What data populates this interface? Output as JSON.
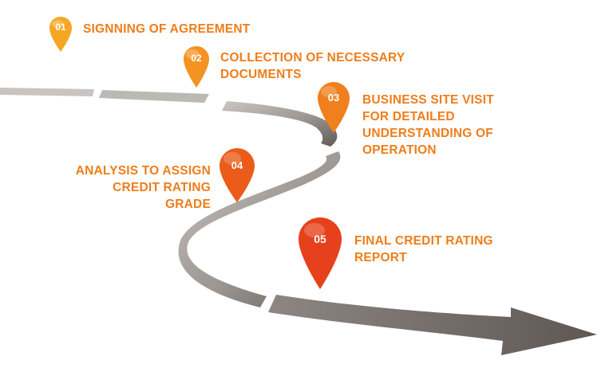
{
  "steps": [
    {
      "number": "01",
      "label": "SIGNNING OF AGREEMENT",
      "pin_color": "#f5a623"
    },
    {
      "number": "02",
      "label": "COLLECTION OF NECESSARY\nDOCUMENTS",
      "pin_color": "#f39322"
    },
    {
      "number": "03",
      "label": "BUSINESS SITE VISIT\nFOR DETAILED\nUNDERSTANDING OF\nOPERATION",
      "pin_color": "#f07f1d"
    },
    {
      "number": "04",
      "label": "ANALYSIS TO ASSIGN\nCREDIT RATING\nGRADE",
      "pin_color": "#eb5c1b"
    },
    {
      "number": "05",
      "label": "FINAL CREDIT RATING\nREPORT",
      "pin_color": "#e6411c"
    }
  ],
  "colors": {
    "label_text": "#ef7d1a",
    "road_light": "#b5b0ac",
    "road_dark": "#6d6662"
  }
}
